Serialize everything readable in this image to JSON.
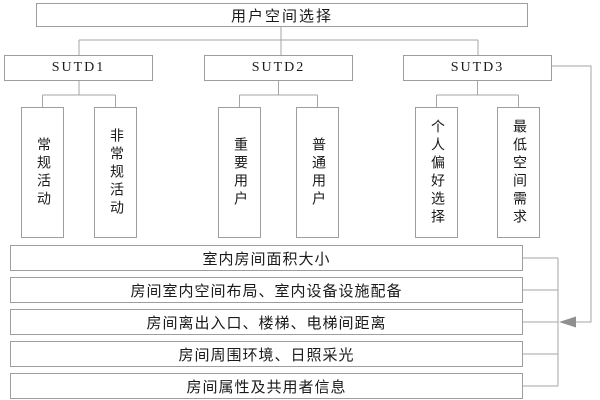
{
  "diagram": {
    "root": {
      "label": "用户空间选择"
    },
    "groups": [
      {
        "label": "SUTD1",
        "children": [
          "常规活动",
          "非常规活动"
        ]
      },
      {
        "label": "SUTD2",
        "children": [
          "重要用户",
          "普通用户"
        ]
      },
      {
        "label": "SUTD3",
        "children": [
          "个人偏好选择",
          "最低空间需求"
        ]
      }
    ],
    "criteria": [
      "室内房间面积大小",
      "房间室内空间布局、室内设备设施配备",
      "房间离出入口、楼梯、电梯间距离",
      "房间周围环境、日照采光",
      "房间属性及共用者信息"
    ],
    "colors": {
      "line": "#a6a6a6",
      "border": "#9e9e9e",
      "arrow": "#8f8f8f",
      "text": "#1a1a1a",
      "background": "#ffffff"
    }
  }
}
